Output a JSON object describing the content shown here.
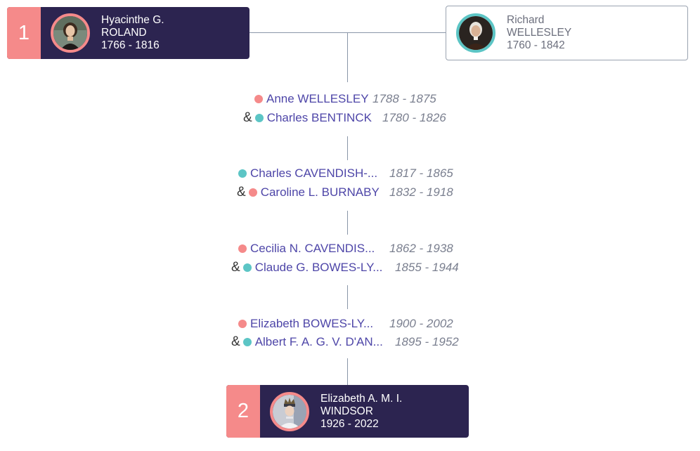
{
  "ancestor": {
    "number": "1",
    "first": "Hyacinthe G.",
    "last": "ROLAND",
    "years": "1766 - 1816"
  },
  "spouse_top": {
    "first": "Richard",
    "last": "WELLESLEY",
    "years": "1760 - 1842"
  },
  "generations": [
    {
      "person": {
        "name": "Anne WELLESLEY",
        "years": "1788 - 1875",
        "sex": "female"
      },
      "spouse": {
        "name": "Charles BENTINCK",
        "years": "1780 - 1826",
        "sex": "male"
      }
    },
    {
      "person": {
        "name": "Charles CAVENDISH-...",
        "years": "1817 - 1865",
        "sex": "male"
      },
      "spouse": {
        "name": "Caroline L. BURNABY",
        "years": "1832 - 1918",
        "sex": "female"
      }
    },
    {
      "person": {
        "name": "Cecilia N. CAVENDIS...",
        "years": "1862 - 1938",
        "sex": "female"
      },
      "spouse": {
        "name": "Claude G. BOWES-LY...",
        "years": "1855 - 1944",
        "sex": "male"
      }
    },
    {
      "person": {
        "name": "Elizabeth BOWES-LY...",
        "years": "1900 - 2002",
        "sex": "female"
      },
      "spouse": {
        "name": "Albert F. A. G. V. D'AN...",
        "years": "1895 - 1952",
        "sex": "male"
      }
    }
  ],
  "amp_symbol": "&",
  "descendant": {
    "number": "2",
    "first": "Elizabeth A. M. I.",
    "last": "WINDSOR",
    "years": "1926 - 2022"
  },
  "colors": {
    "card_dark": "#2c2450",
    "number_badge": "#f58a8a",
    "female": "#f58a8a",
    "male": "#5cc5c5",
    "name_link": "#4e46a8"
  }
}
